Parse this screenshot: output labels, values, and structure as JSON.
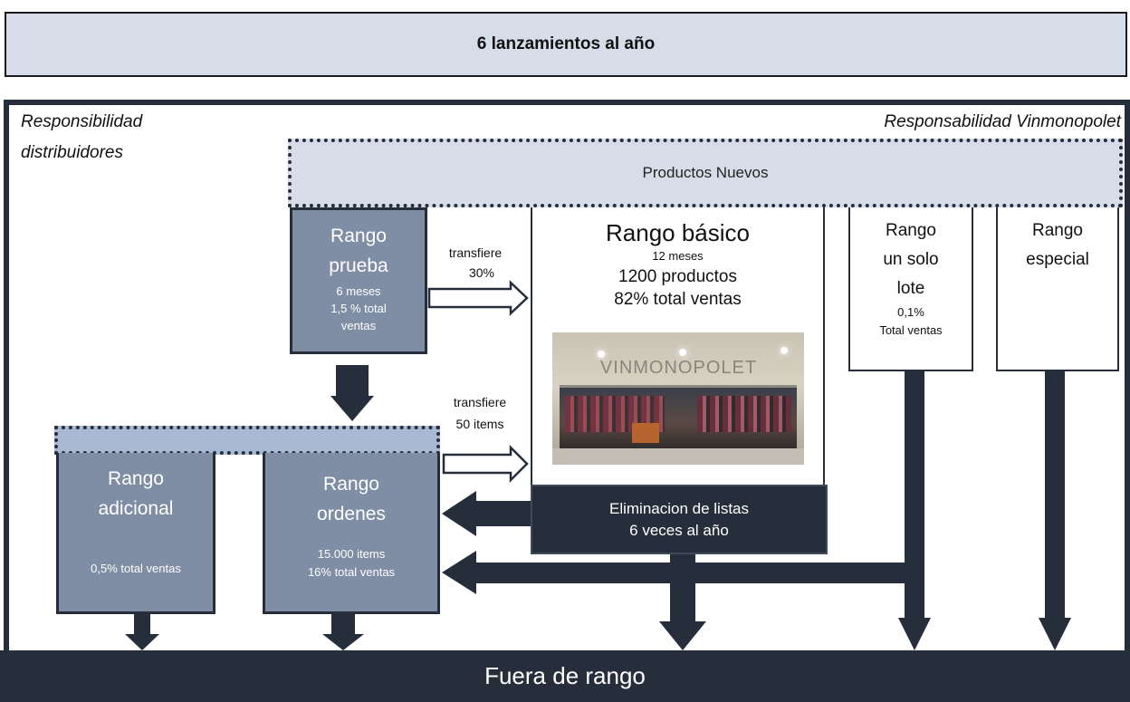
{
  "header": {
    "title": "6 lanzamientos al año"
  },
  "labels": {
    "resp_distribuidores_line1": "Responsibilidad",
    "resp_distribuidores_line2": "distribuidores",
    "resp_vinmonopolet": "Responsabilidad Vinmonopolet"
  },
  "productos_nuevos": "Productos Nuevos",
  "rango_prueba": {
    "title_line1": "Rango",
    "title_line2": "prueba",
    "line1": "6 meses",
    "line2": "1,5 %  total",
    "line3": "ventas"
  },
  "transfer_top": {
    "line1": "transfiere",
    "line2": "30%"
  },
  "transfer_mid": {
    "line1": "transfiere",
    "line2": "50 items"
  },
  "rango_basico": {
    "title": "Rango básico",
    "line1": "12 meses",
    "line2": "1200 productos",
    "line3": "82% total ventas",
    "photo_sign": "VINMONOPOLET"
  },
  "rango_un_solo_lote": {
    "line1": "Rango",
    "line2": "un  solo",
    "line3": "lote",
    "line4": "0,1%",
    "line5": "Total ventas"
  },
  "rango_especial": {
    "line1": "Rango",
    "line2": "especial"
  },
  "rango_adicional": {
    "title_line1": "Rango",
    "title_line2": "adicional",
    "line1": "0,5% total ventas"
  },
  "rango_ordenes": {
    "title_line1": "Rango",
    "title_line2": "ordenes",
    "line1": "15.000 items",
    "line2": "16% total ventas"
  },
  "eliminacion": {
    "line1": "Eliminacion de listas",
    "line2": "6 veces al año"
  },
  "footer": {
    "title": "Fuera de rango"
  },
  "colors": {
    "dark": "#262e3b",
    "slate": "#7f8ea4",
    "light_blue": "#d6dde8",
    "mid_blue": "#a8bad3"
  }
}
